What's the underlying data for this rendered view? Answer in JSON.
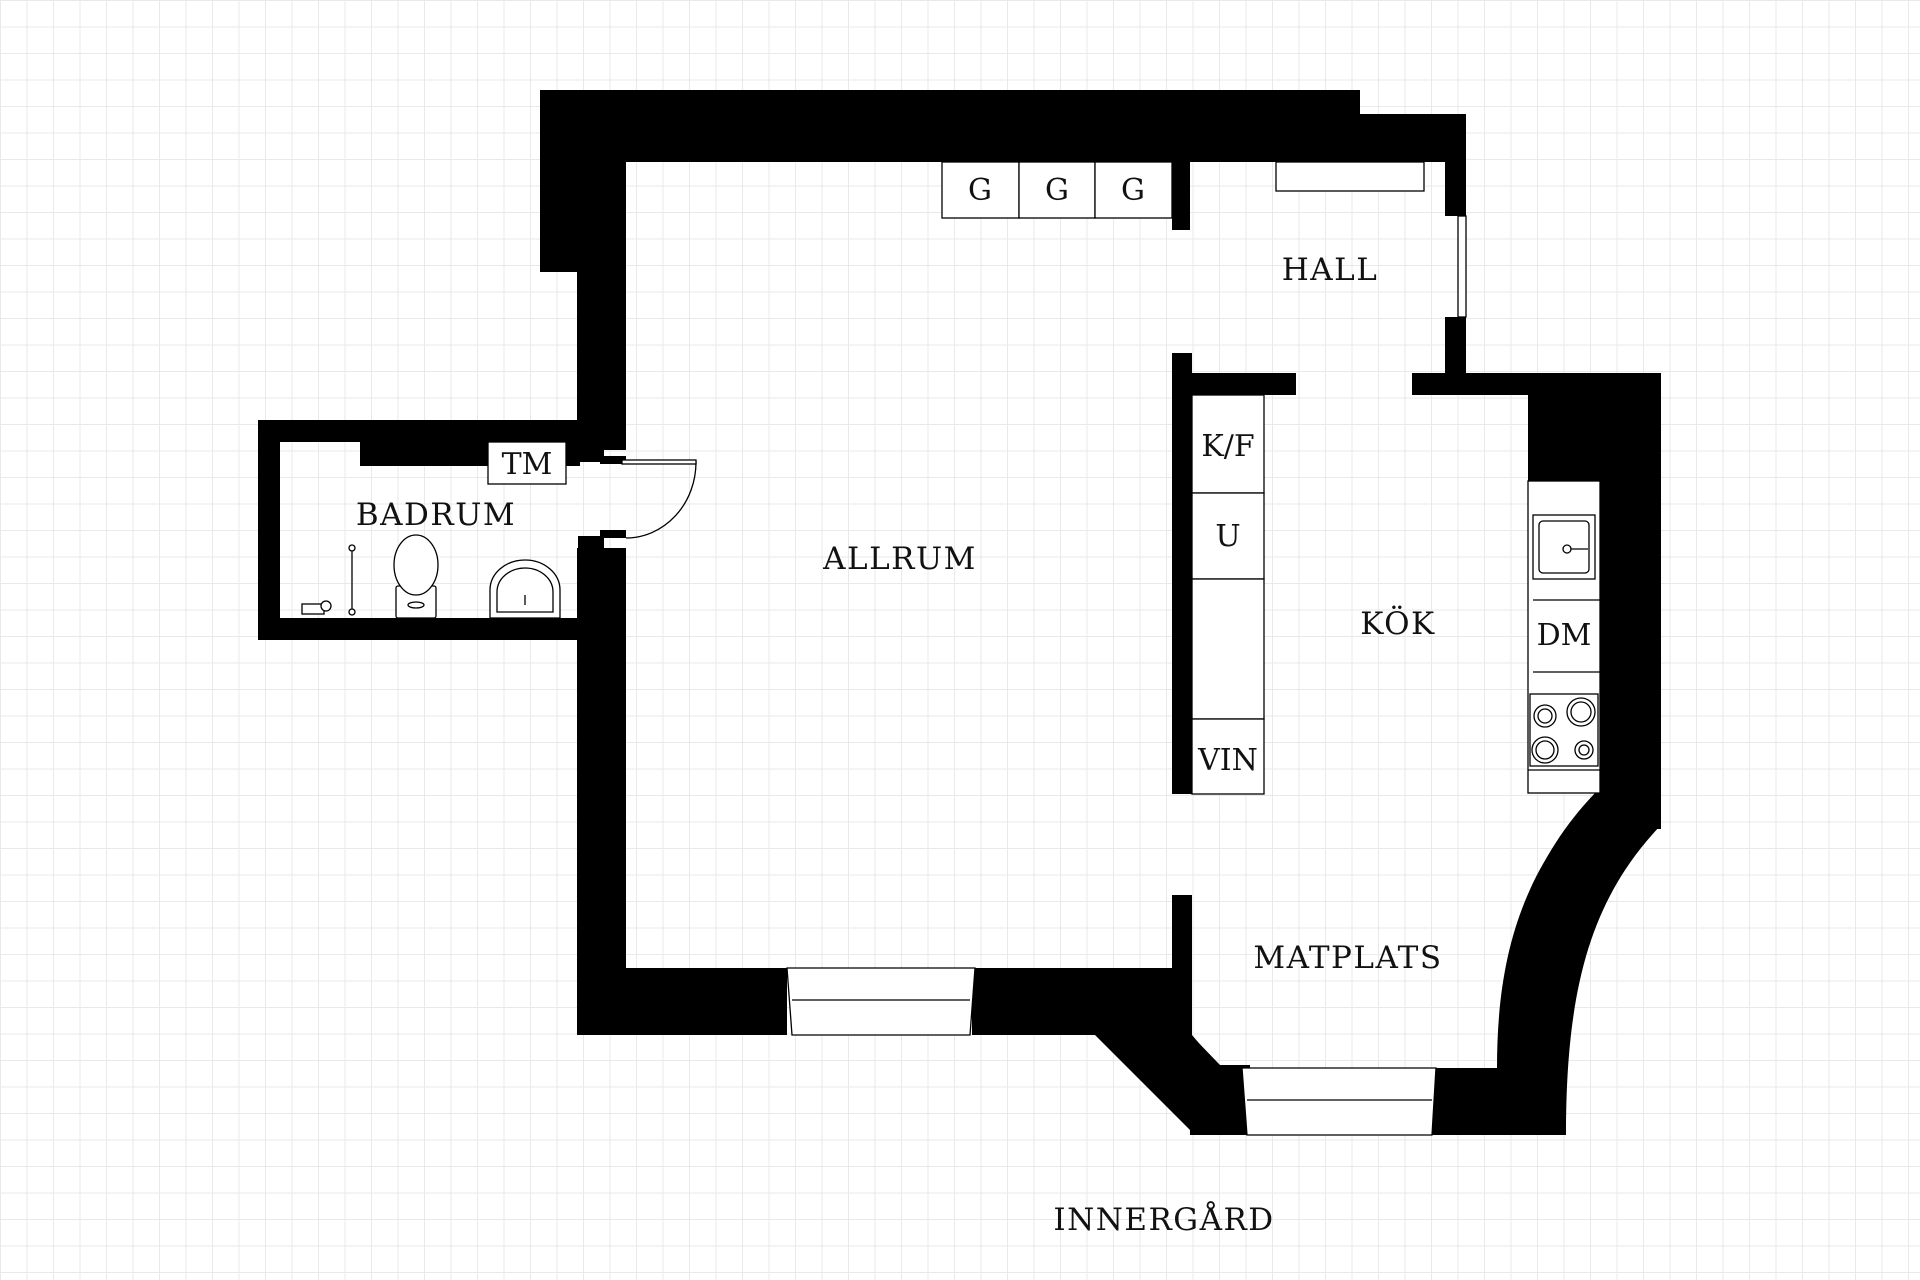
{
  "rooms": {
    "hall": "HALL",
    "allrum": "ALLRUM",
    "badrum": "BADRUM",
    "kok": "KÖK",
    "matplats": "MATPLATS",
    "innergard": "INNERGÅRD"
  },
  "fixtures": {
    "wardrobe_1": "G",
    "wardrobe_2": "G",
    "wardrobe_3": "G",
    "washer": "TM",
    "fridge_freezer": "K/F",
    "oven": "U",
    "wine_cooler": "VIN",
    "dishwasher": "DM"
  }
}
